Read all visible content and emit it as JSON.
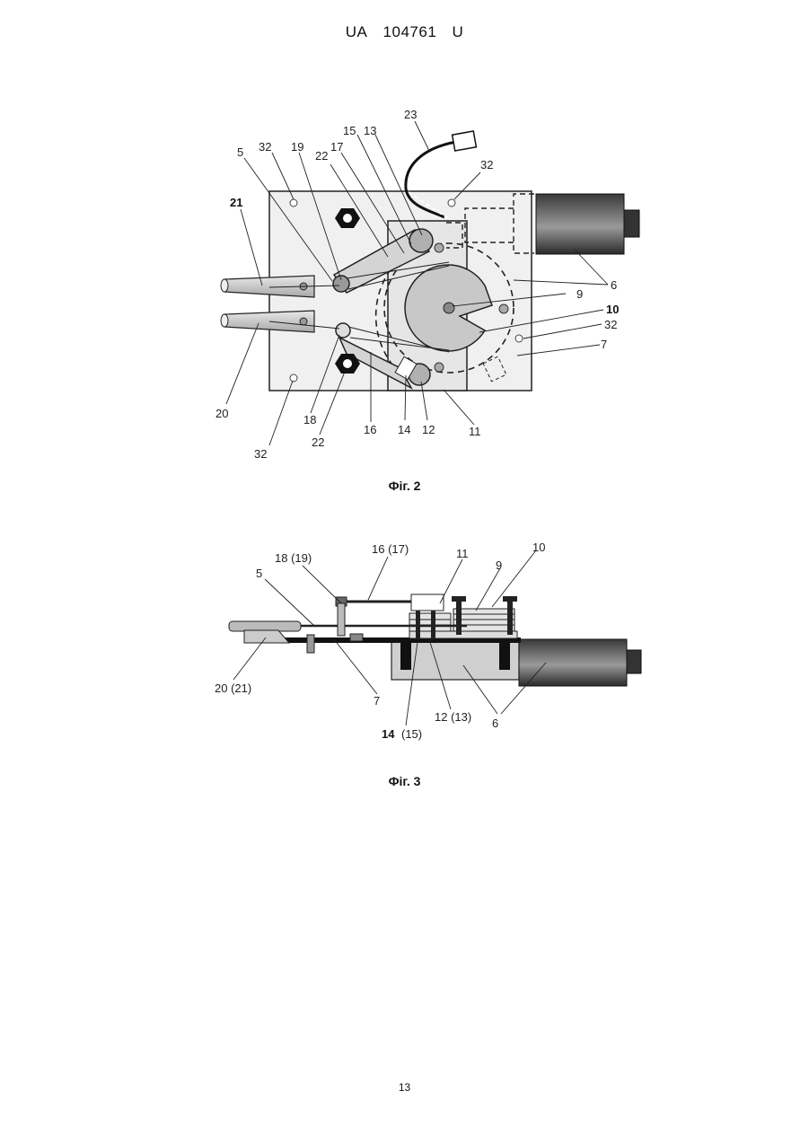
{
  "header": {
    "office": "UA",
    "number": "104761",
    "kind": "U"
  },
  "figure2": {
    "caption": "Фіг. 2",
    "labels": {
      "l23": "23",
      "l15": "15",
      "l13": "13",
      "l22a": "22",
      "l17": "17",
      "l19": "19",
      "l32a": "32",
      "l5": "5",
      "l32b": "32",
      "l21": "21",
      "l6": "6",
      "l9": "9",
      "l10": "10",
      "l32c": "32",
      "l7": "7",
      "l20": "20",
      "l18": "18",
      "l32d": "32",
      "l22b": "22",
      "l16": "16",
      "l14": "14",
      "l12": "12",
      "l11": "11"
    }
  },
  "figure3": {
    "caption": "Фіг. 3",
    "labels": {
      "l16_17": "16 (17)",
      "l18_19": "18 (19)",
      "l11": "11",
      "l9": "9",
      "l10": "10",
      "l5": "5",
      "l20_21": "20 (21)",
      "l7": "7",
      "l14_15a": "14",
      "l14_15b": "(15)",
      "l12_13": "12 (13)",
      "l6": "6"
    }
  },
  "page_number": "13"
}
